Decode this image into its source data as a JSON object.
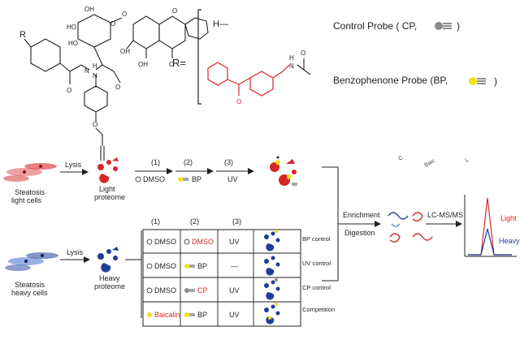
{
  "structure": {
    "r_group_label": "R",
    "oh_1": "OH",
    "oh_2": "OH",
    "oh_3": "HO",
    "oh_4": "HO",
    "oh_5": "OH",
    "o_ring": "O",
    "o_glyco": "O",
    "o_ketone": "O",
    "o_amide1": "O",
    "o_amide2": "O",
    "o_ether": "O",
    "o_ester": "O",
    "nh_1": "N",
    "nh_2": "H",
    "nh_3": "N",
    "r_equals": "R=",
    "h_substituent": "H—",
    "bp_o": "O",
    "bp_n": "N",
    "bp_h": "H",
    "bp_o2": "O"
  },
  "probes": {
    "control": "Control Probe ( CP,",
    "control_close": ")",
    "benzophenone": "Benzophenone Probe (BP,",
    "benzophenone_close": ")"
  },
  "workflow": {
    "light_label_1": "Steatosis",
    "light_label_2": "light cells",
    "lysis_1": "Lysis",
    "light_proteome_1": "Light",
    "light_proteome_2": "proteome",
    "step1": "(1)",
    "step2": "(2)",
    "step3": "(3)",
    "dmso": "DMSO",
    "bp": "BP",
    "uv": "UV",
    "heavy_label_1": "Steatosis",
    "heavy_label_2": "heavy cells",
    "lysis_2": "Lysis",
    "heavy_proteome_1": "Heavy",
    "heavy_proteome_2": "proteome",
    "enrichment": "Enrichment",
    "digestion": "Digestion",
    "lcms": "LC-MS/MS",
    "light_peak": "Light",
    "heavy_peak": "Heavy",
    "partial_text_1": "C",
    "partial_text_2": "Baic",
    "partial_text_3": "L"
  },
  "table": {
    "headers": [
      "(1)",
      "(2)",
      "(3)"
    ],
    "rows": [
      {
        "c1": "DMSO",
        "c2": "DMSO",
        "c3": "UV",
        "label": "BP control"
      },
      {
        "c1": "DMSO",
        "c2": "BP",
        "c3": "—",
        "label": "UV control"
      },
      {
        "c1": "DMSO",
        "c2": "CP",
        "c3": "UV",
        "label": "CP control"
      },
      {
        "c1": "Baicalin",
        "c2": "BP",
        "c3": "UV",
        "label": "Competition"
      }
    ]
  },
  "colors": {
    "red_accent": "#d62728",
    "blue_accent": "#1f3d99",
    "yellow_probe": "#f2e11a",
    "grey_probe": "#8a8a8a",
    "line": "#222222"
  }
}
